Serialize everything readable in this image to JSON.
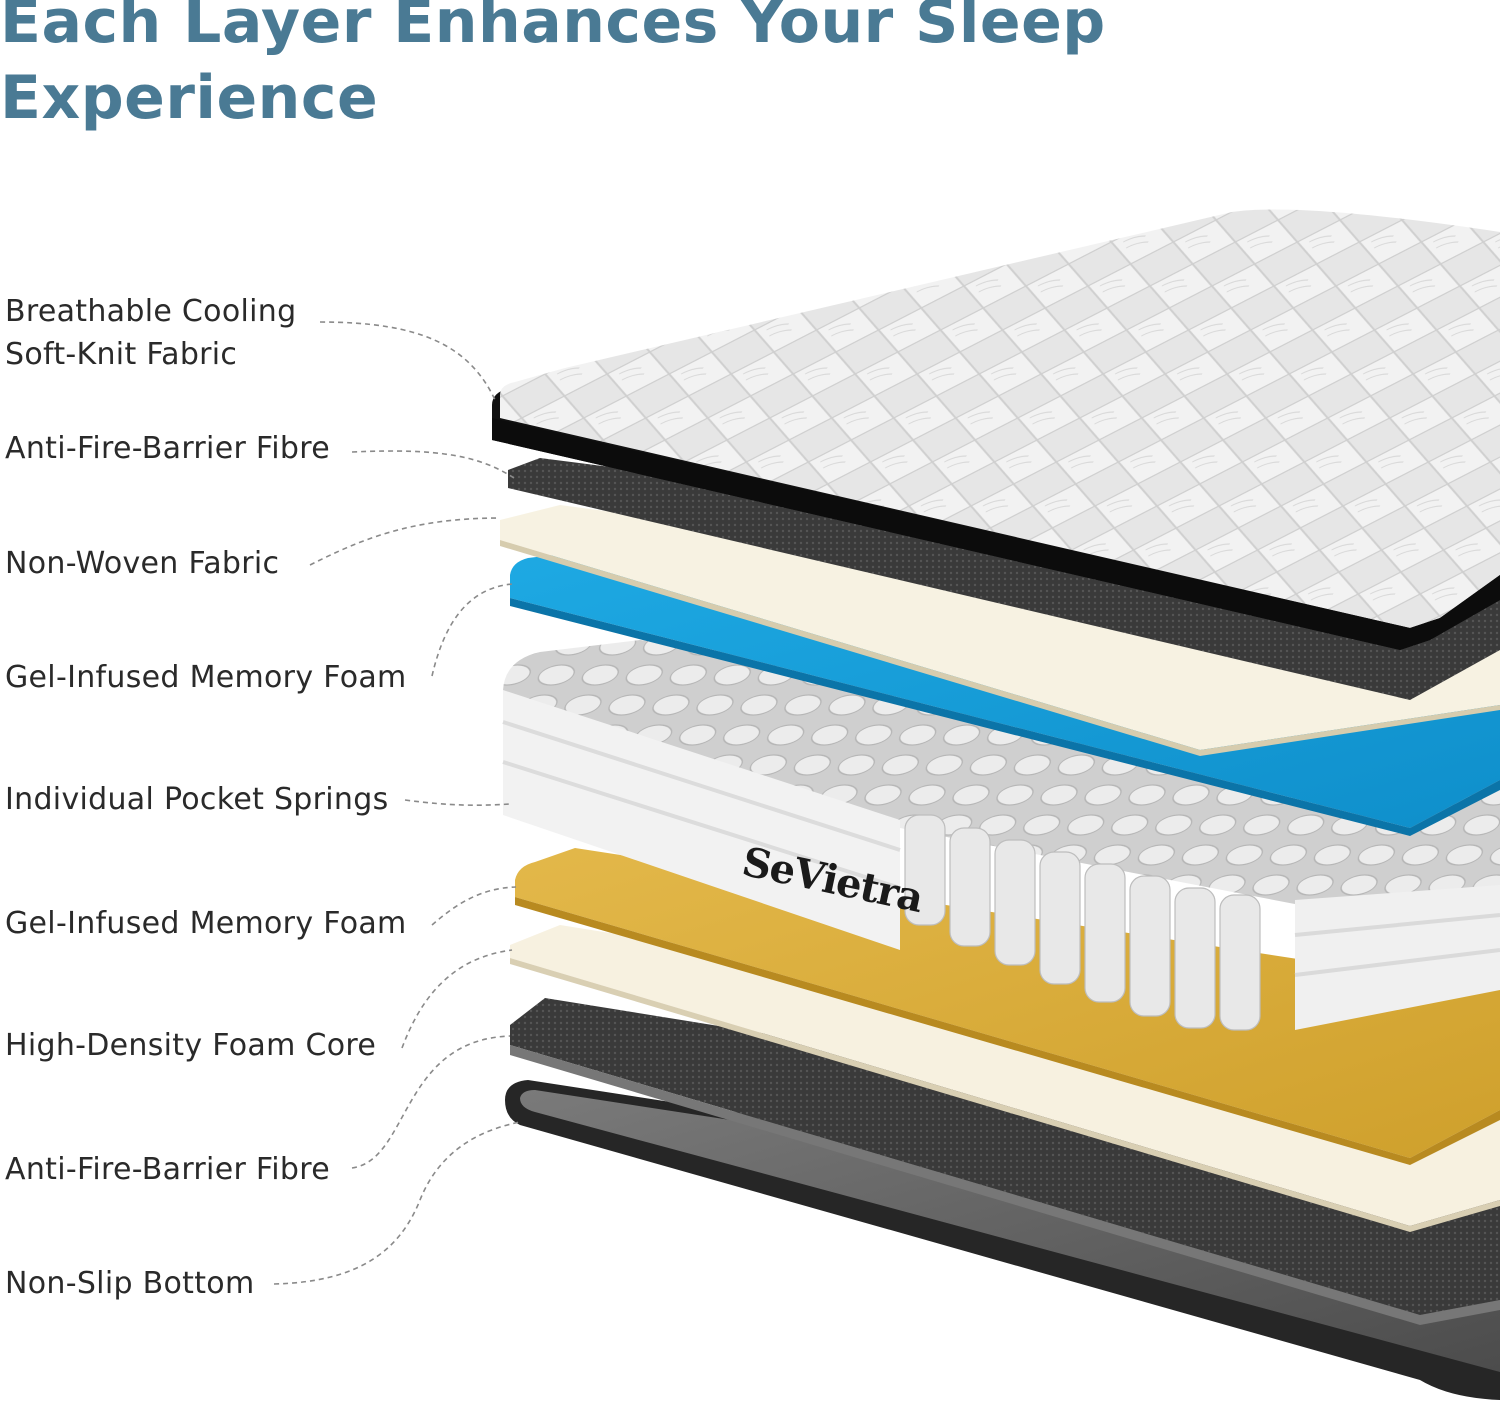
{
  "title": {
    "line1": "Each Layer Enhances Your Sleep",
    "line2": "Experience"
  },
  "layers": [
    {
      "line1": "Breathable Cooling",
      "line2": "Soft-Knit Fabric"
    },
    {
      "line1": "Anti-Fire-Barrier Fibre"
    },
    {
      "line1": "Non-Woven Fabric"
    },
    {
      "line1": "Gel-Infused Memory Foam"
    },
    {
      "line1": "Individual Pocket Springs"
    },
    {
      "line1": "Gel-Infused Memory Foam"
    },
    {
      "line1": "High-Density Foam Core"
    },
    {
      "line1": "Anti-Fire-Barrier Fibre"
    },
    {
      "line1": "Non-Slip Bottom"
    }
  ],
  "brand": {
    "logo_text": "SeVietra"
  },
  "colors": {
    "title": "#4a7a94",
    "label": "#2a2a2a",
    "blue_foam": "#1aa3dd",
    "gold_foam": "#dcae36",
    "cream_layer": "#f5efdd",
    "dark_fibre": "#3a3a3a",
    "black_bottom": "#2b2b2b"
  }
}
